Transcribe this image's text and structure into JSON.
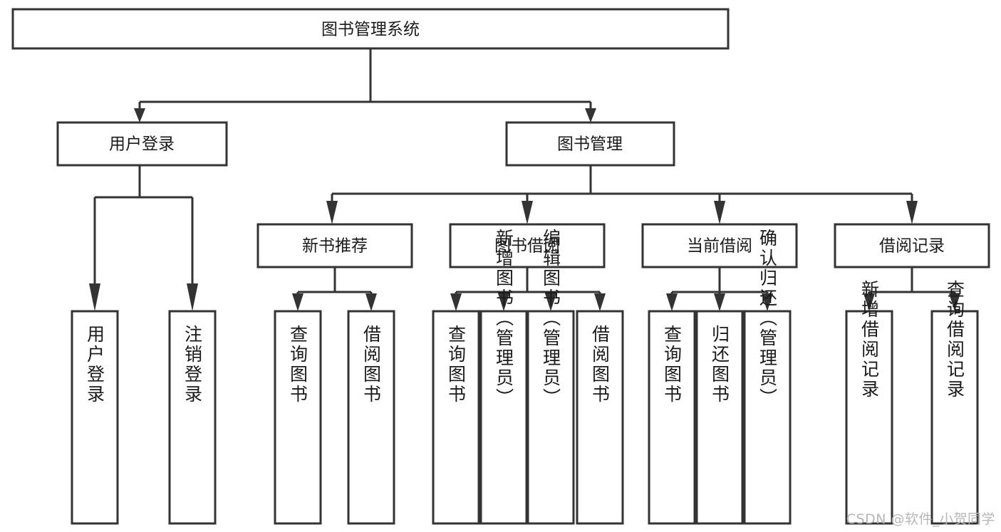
{
  "diagram": {
    "type": "tree-hierarchy",
    "orientation": "top-down",
    "root": {
      "id": "root",
      "label": "图书管理系统"
    },
    "level2": [
      {
        "id": "user-login",
        "label": "用户登录"
      },
      {
        "id": "book-management",
        "label": "图书管理"
      }
    ],
    "level3": [
      {
        "id": "new-book-recommend",
        "label": "新书推荐",
        "parent": "book-management"
      },
      {
        "id": "book-borrow",
        "label": "图书借阅",
        "parent": "book-management"
      },
      {
        "id": "current-borrow",
        "label": "当前借阅",
        "parent": "book-management"
      },
      {
        "id": "borrow-record",
        "label": "借阅记录",
        "parent": "book-management"
      }
    ],
    "leaves": {
      "user-login": [
        {
          "id": "leaf-user-login",
          "label": "用户登录"
        },
        {
          "id": "leaf-user-logout",
          "label": "注销登录"
        }
      ],
      "new-book-recommend": [
        {
          "id": "leaf-query-book-1",
          "label": "查询图书"
        },
        {
          "id": "leaf-borrow-book-1",
          "label": "借阅图书"
        }
      ],
      "book-borrow": [
        {
          "id": "leaf-query-book-2",
          "label": "查询图书"
        },
        {
          "id": "leaf-add-book",
          "label": "新增图书（管理员）"
        },
        {
          "id": "leaf-edit-book",
          "label": "编辑图书（管理员）"
        },
        {
          "id": "leaf-borrow-book-2",
          "label": "借阅图书"
        }
      ],
      "current-borrow": [
        {
          "id": "leaf-query-book-3",
          "label": "查询图书"
        },
        {
          "id": "leaf-return-book",
          "label": "归还图书"
        },
        {
          "id": "leaf-confirm-return",
          "label": "确认归还（管理员）"
        }
      ],
      "borrow-record": [
        {
          "id": "leaf-add-record",
          "label": "新增借阅记录"
        },
        {
          "id": "leaf-query-record",
          "label": "查询借阅记录"
        }
      ]
    }
  },
  "colors": {
    "box_stroke": "#333333",
    "box_fill": "#ffffff",
    "text": "#1a1a1a",
    "connector": "#333333",
    "watermark": "#b6b6b6"
  },
  "watermark": {
    "text": "CSDN @软件_小贺同学"
  }
}
